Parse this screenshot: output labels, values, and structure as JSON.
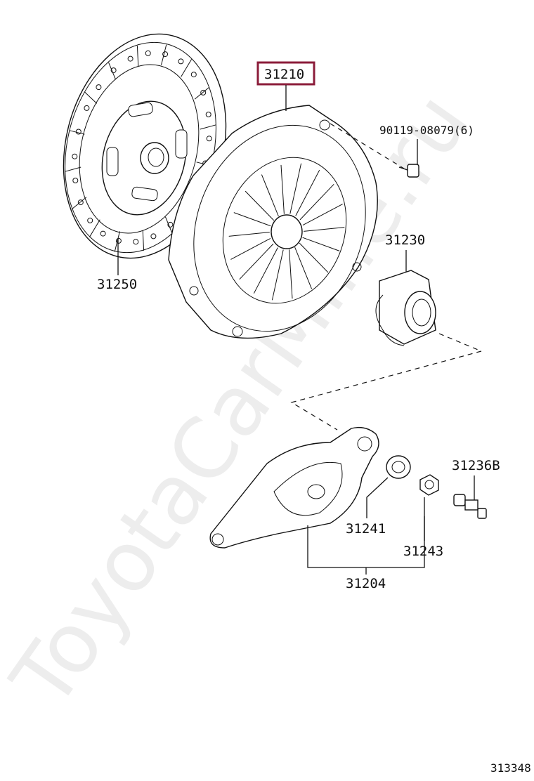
{
  "parts": {
    "pressure_plate": "31210",
    "clutch_disc": "31250",
    "bolt": "90119-08079(6)",
    "release_bearing": "31230",
    "release_fork_assy": "31204",
    "fork_boot": "31241",
    "fork_retainer": "31243",
    "pivot_bolt": "31236B"
  },
  "diagram_number": "313348",
  "watermark": "ToyotaCarMine.ru",
  "highlight_color": "#8b1c3a"
}
